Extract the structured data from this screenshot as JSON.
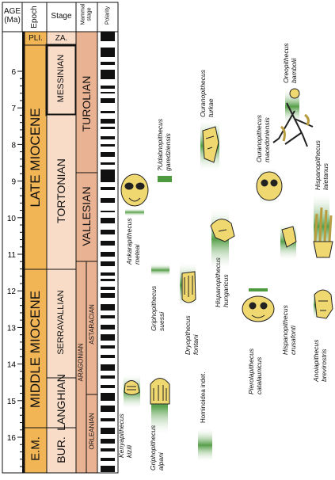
{
  "header": {
    "age_label": "AGE\n(Ma)",
    "epoch_label": "Epoch",
    "stage_label": "Stage",
    "mammal_stage_label": "Mammal\nstage",
    "polarity_label": "Polarity"
  },
  "age_ticks": [
    "6",
    "7",
    "8",
    "9",
    "10",
    "11",
    "12",
    "13",
    "14",
    "15",
    "16"
  ],
  "epochs": {
    "pli": "PLI.",
    "late_miocene": "LATE MIOCENE",
    "middle_miocene": "MIDDLE MIOCENE",
    "em": "E.M."
  },
  "stages": {
    "za": "ZA.",
    "messinian": "MESSINIAN",
    "tortonian": "TORTONIAN",
    "serravallian": "SERRAVALLIAN",
    "langhian": "LANGHIAN",
    "bur": "BUR."
  },
  "mammal_stages": {
    "turolian": "TUROLIAN",
    "vallesian": "VALLESIAN",
    "aragonian": "ARAGONIAN",
    "astaracian": "ASTARACIAN",
    "orleanian": "ORLEANIAN"
  },
  "taxa": [
    {
      "name": "Kenyapithecus\nkizili"
    },
    {
      "name": "Griphopithecus\nalpani"
    },
    {
      "name": "Griphopithecus\nsuessi"
    },
    {
      "name": "Ankarapithecus\nmeteai"
    },
    {
      "name": "?Udabnopithecus\ngaredziensis"
    },
    {
      "name": "Dryopithecus\nfontani"
    },
    {
      "name": "Ouranopithecus\nturkae"
    },
    {
      "name": "Hispanopithecus\nhungaricus"
    },
    {
      "name": "Pierolapithecus\ncatalaunicus"
    },
    {
      "name": "Ouranopithecus\nmacedoniensis"
    },
    {
      "name": "Hispanopithecus\ncrusafonti"
    },
    {
      "name": "Oreopithecus\nbambolii"
    },
    {
      "name": "Hispanopithecus\nlaietanus"
    },
    {
      "name": "Anoiapithecus\nbrevirostris"
    }
  ],
  "legend": {
    "label": "Hominoidea indet."
  },
  "colors": {
    "epoch_orange": "#f2b556",
    "stage_pink": "#f9dcc8",
    "mammal_salmon": "#e9b293",
    "bar_green": "#4d9a3f",
    "fossil_yellow": "#f0d870"
  }
}
